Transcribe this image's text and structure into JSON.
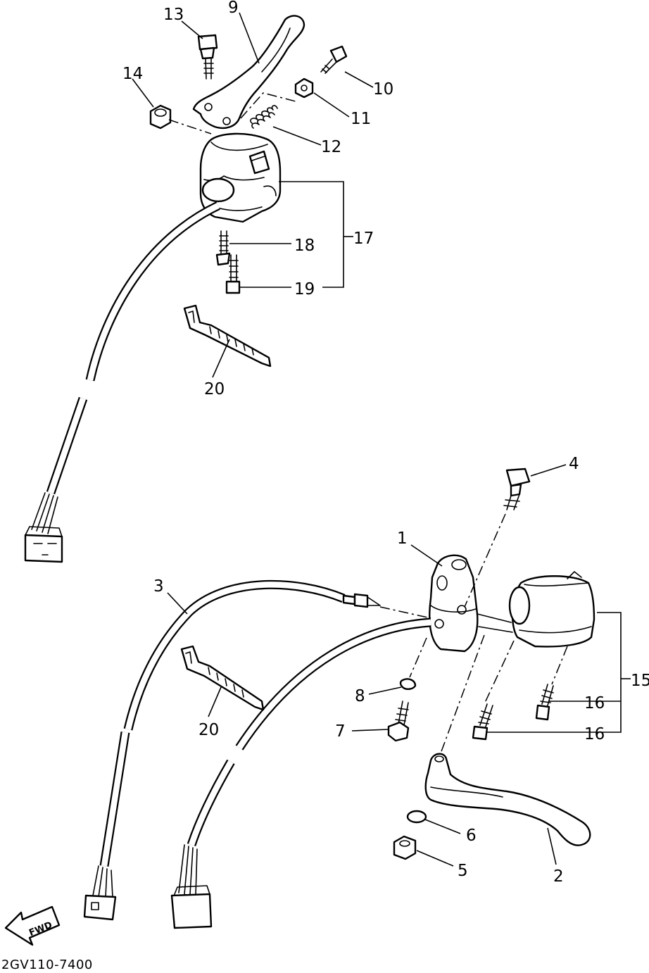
{
  "diagram_code": "2GV110-7400",
  "fwd_label": "FWD",
  "callouts": {
    "c1": "1",
    "c2": "2",
    "c3": "3",
    "c4": "4",
    "c5": "5",
    "c6": "6",
    "c7": "7",
    "c8": "8",
    "c9": "9",
    "c10": "10",
    "c11": "11",
    "c12": "12",
    "c13": "13",
    "c14": "14",
    "c15": "15",
    "c16a": "16",
    "c16b": "16",
    "c17": "17",
    "c18": "18",
    "c19": "19",
    "c20a": "20",
    "c20b": "20"
  }
}
